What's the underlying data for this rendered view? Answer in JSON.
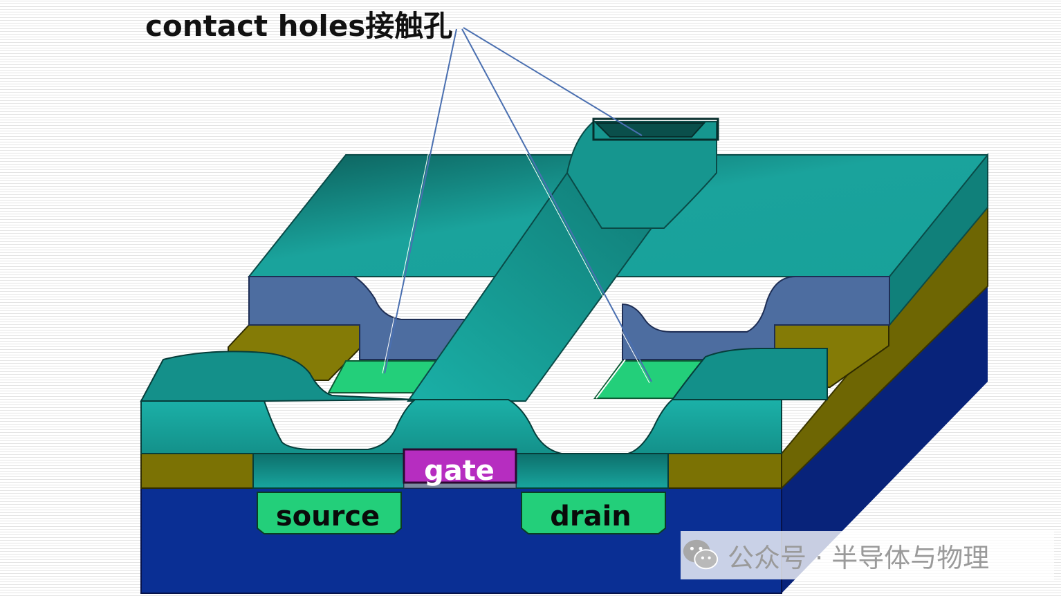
{
  "diagram": {
    "title": "contact holes接触孔",
    "labels": {
      "source": "source",
      "gate": "gate",
      "drain": "drain"
    }
  },
  "colors": {
    "substrate": "#0a2f94",
    "oxide": "#7b7204",
    "passivation": "#17958e",
    "slate": "#4d6da0",
    "gate": "#b62dc0",
    "contact": "#23cf7a",
    "leader": "#4a6fb0"
  },
  "watermark": {
    "icon": "wechat-icon",
    "text": "公众号 · 半导体与物理"
  }
}
